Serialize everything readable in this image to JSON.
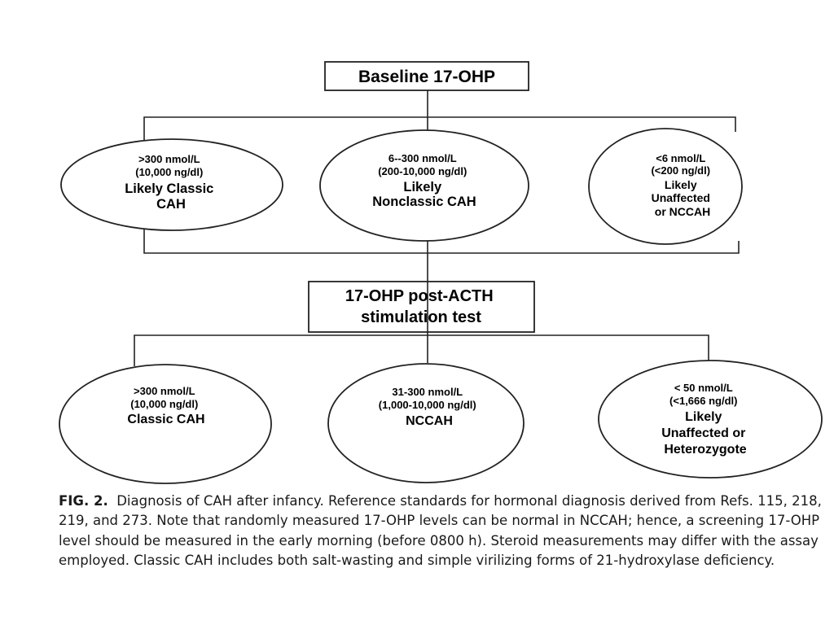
{
  "diagram": {
    "baseline_box": {
      "lines": [
        "Baseline 17-OHP"
      ]
    },
    "baseline_results": [
      {
        "lines": [
          ">300 nmol/L",
          "(10,000 ng/dl)",
          "Likely Classic",
          "CAH"
        ]
      },
      {
        "lines": [
          "6--300 nmol/L",
          "(200-10,000 ng/dl)",
          "Likely",
          "Nonclassic CAH"
        ]
      },
      {
        "lines": [
          "<6 nmol/L",
          "(<200 ng/dl)",
          "Likely",
          "Unaffected",
          "or NCCAH"
        ]
      }
    ],
    "stim_box": {
      "lines": [
        "17-OHP post-ACTH",
        "stimulation test"
      ]
    },
    "stim_results": [
      {
        "lines": [
          ">300 nmol/L",
          "(10,000 ng/dl)",
          "Classic CAH"
        ]
      },
      {
        "lines": [
          "31-300 nmol/L",
          "(1,000-10,000 ng/dl)",
          "NCCAH"
        ]
      },
      {
        "lines": [
          "< 50 nmol/L",
          "(<1,666 ng/dl)",
          "Likely",
          "Unaffected or",
          "Heterozygote"
        ]
      }
    ]
  },
  "caption": {
    "label": "FIG. 2.",
    "text": "Diagnosis of CAH after infancy. Reference standards for hormonal diagnosis derived from Refs. 115, 218, 219, and 273. Note that randomly measured 17-OHP levels can be normal in NCCAH; hence, a screening 17-OHP level should be measured in the early morning (before 0800 h). Steroid measurements may differ with the assay employed. Classic CAH includes both salt-wasting and simple virilizing forms of 21-hydroxylase deficiency."
  }
}
